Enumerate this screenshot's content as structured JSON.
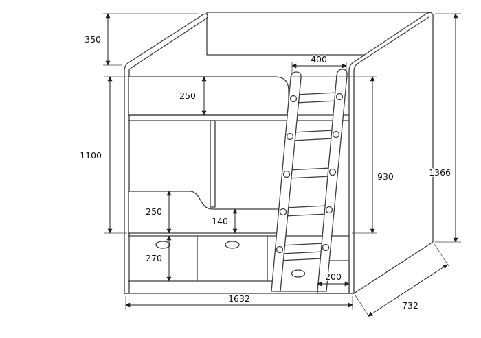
{
  "diagram": {
    "type": "technical-drawing",
    "subject": "bunk bed with ladder and drawers",
    "background": "#ffffff",
    "line_color": "#3c3c3c",
    "dims": {
      "headboard_height": "350",
      "upper_guard_rail": "250",
      "ladder_opening_width": "400",
      "bunk_gap_height": "1100",
      "lower_guard_rail": "250",
      "lower_rail_cutout": "140",
      "drawer_front_height": "270",
      "ladder_height": "930",
      "overall_height": "1366",
      "overall_length": "1632",
      "overall_depth": "732",
      "bottom_step_width": "200"
    }
  }
}
